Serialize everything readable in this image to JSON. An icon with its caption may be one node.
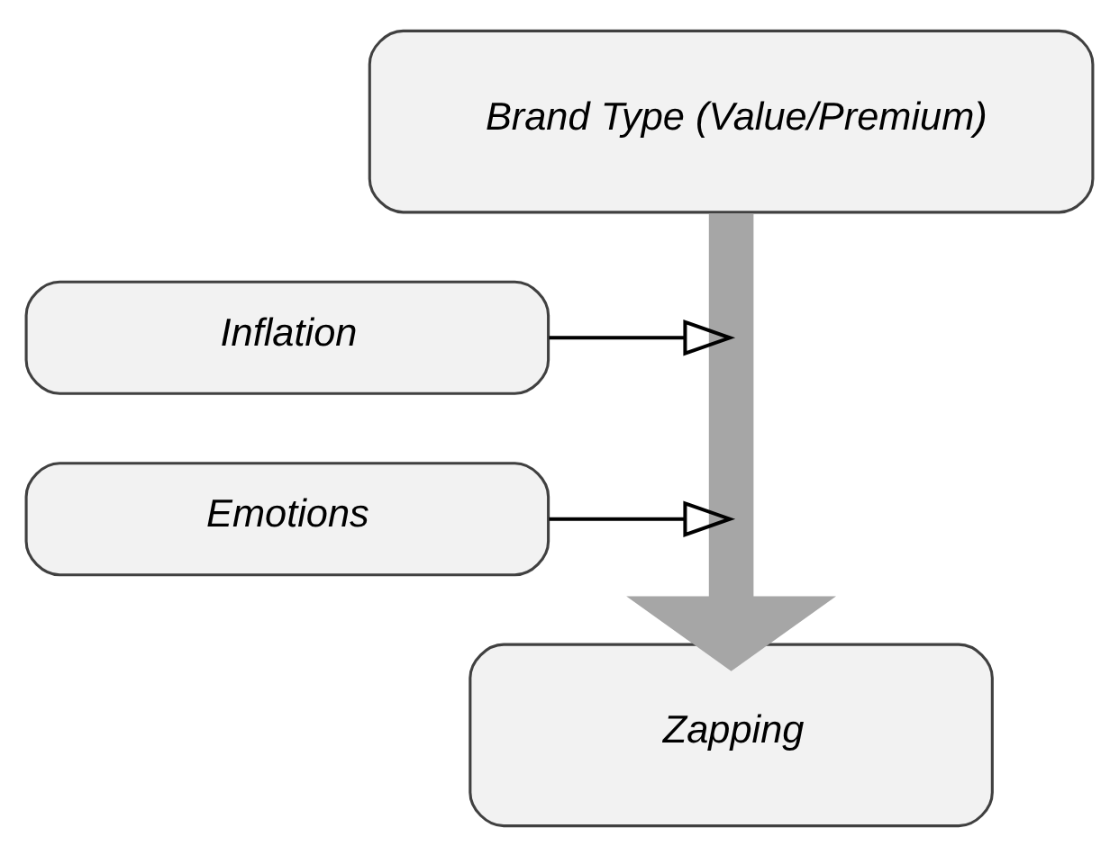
{
  "diagram": {
    "nodes": [
      {
        "text": [
          "Brand Type (Value/Premium)"
        ]
      },
      {
        "text": [
          "Inflation"
        ]
      },
      {
        "text": [
          "Emotions"
        ]
      },
      {
        "text": [
          "Zapping"
        ]
      }
    ],
    "edges": [
      {
        "from": 0,
        "to": 3,
        "arrow": "to",
        "style": "thick",
        "color": "#a6a6a6"
      },
      {
        "from": 1,
        "to": null,
        "arrow": "to"
      },
      {
        "from": 2,
        "to": null,
        "arrow": "to"
      }
    ]
  }
}
